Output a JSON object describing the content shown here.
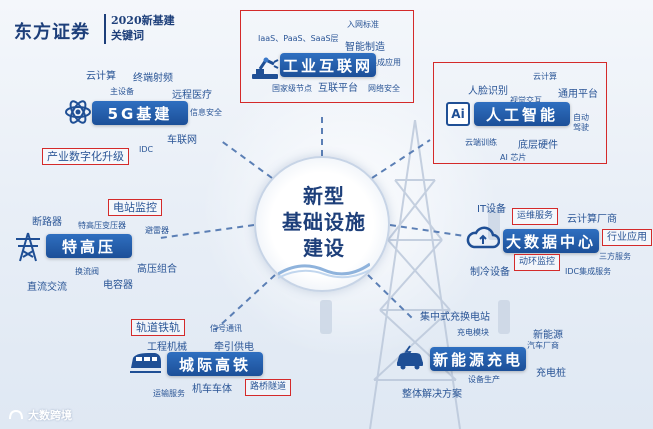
{
  "header": {
    "brand": "东方证券",
    "subtitle_line1": "2020新基建",
    "subtitle_line2": "关键词"
  },
  "center": {
    "line1": "新型",
    "line2": "基础设施",
    "line3": "建设"
  },
  "sectors": {
    "fiveg": {
      "title": "5G基建",
      "icon": "atom-icon",
      "keywords": [
        "云计算",
        "终端射频",
        "主设备",
        "远程医疗",
        "信息安全",
        "车联网",
        "IDC"
      ],
      "highlight": "产业数字化升级"
    },
    "industrial_internet": {
      "title": "工业互联网",
      "icon": "robot-arm-icon",
      "keywords": [
        "入网标准",
        "IaaS、PaaS、SaaS层",
        "智能制造",
        "集成应用",
        "国家级节点",
        "互联平台",
        "网络安全"
      ]
    },
    "ai": {
      "title": "人工智能",
      "icon": "ai-chip-icon",
      "keywords": [
        "云计算",
        "人脸识别",
        "通用平台",
        "视觉交互",
        "自动驾驶",
        "云端训练",
        "底层硬件",
        "AI 芯片"
      ]
    },
    "uhv": {
      "title": "特高压",
      "icon": "power-tower-icon",
      "keywords": [
        "断路器",
        "特高压变压器",
        "避雷器",
        "换流阀",
        "高压组合",
        "直流交流",
        "电容器"
      ],
      "highlight": "电站监控"
    },
    "bigdata": {
      "title": "大数据中心",
      "icon": "cloud-data-icon",
      "keywords": [
        "IT设备",
        "云计算厂商",
        "三方服务",
        "IDC集成服务",
        "制冷设备"
      ],
      "highlights": [
        "运维服务",
        "行业应用",
        "动环监控"
      ]
    },
    "rail": {
      "title": "城际高铁",
      "icon": "high-speed-train-icon",
      "keywords": [
        "信号通讯",
        "工程机械",
        "牵引供电",
        "机车车体",
        "运输服务"
      ],
      "highlights": [
        "轨道铁轨",
        "路桥隧道"
      ]
    },
    "ev": {
      "title": "新能源充电",
      "icon": "ev-charging-car-icon",
      "keywords": [
        "集中式充换电站",
        "充电模块",
        "新能源",
        "汽车厂商",
        "充电桩",
        "设备生产",
        "整体解决方案"
      ]
    }
  },
  "watermark": {
    "text": "大数跨境"
  }
}
